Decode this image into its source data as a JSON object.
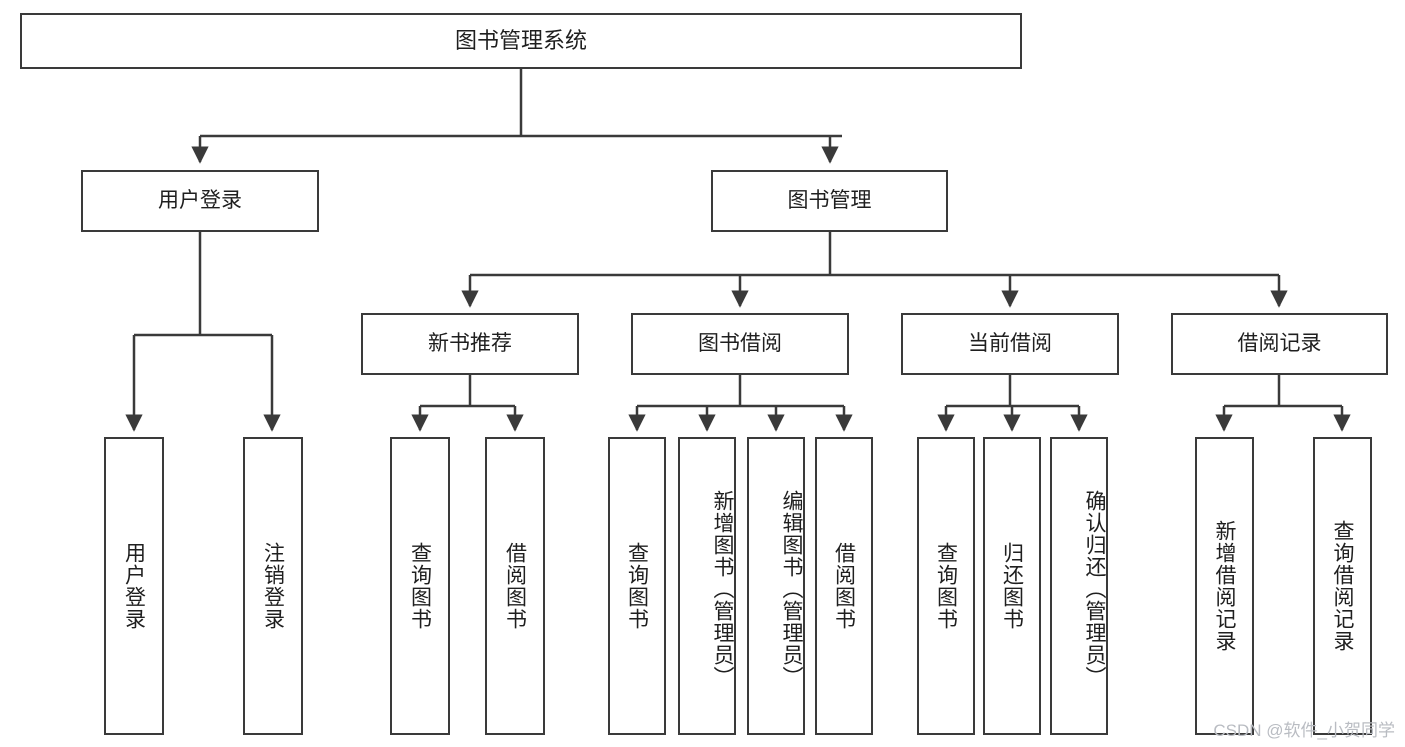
{
  "diagram": {
    "title": "图书管理系统",
    "watermark": "CSDN @软件_小贺同学",
    "line_color": "#3a3a3a",
    "box_fill": "#ffffff",
    "text_color": "#1f1f1f",
    "watermark_color": "#b9bcc2",
    "root": {
      "label": "图书管理系统"
    },
    "level2": [
      {
        "label": "用户登录"
      },
      {
        "label": "图书管理"
      }
    ],
    "level3": [
      {
        "label": "新书推荐"
      },
      {
        "label": "图书借阅"
      },
      {
        "label": "当前借阅"
      },
      {
        "label": "借阅记录"
      }
    ],
    "leaves": {
      "user_login": [
        {
          "label": "用户登录"
        },
        {
          "label": "注销登录"
        }
      ],
      "new_book_recommend": [
        {
          "label": "查询图书"
        },
        {
          "label": "借阅图书"
        }
      ],
      "book_borrow": [
        {
          "label": "查询图书"
        },
        {
          "label": "新增图书（管理员）"
        },
        {
          "label": "编辑图书（管理员）"
        },
        {
          "label": "借阅图书"
        }
      ],
      "current_borrow": [
        {
          "label": "查询图书"
        },
        {
          "label": "归还图书"
        },
        {
          "label": "确认归还（管理员）"
        }
      ],
      "borrow_record": [
        {
          "label": "新增借阅记录"
        },
        {
          "label": "查询借阅记录"
        }
      ]
    }
  }
}
